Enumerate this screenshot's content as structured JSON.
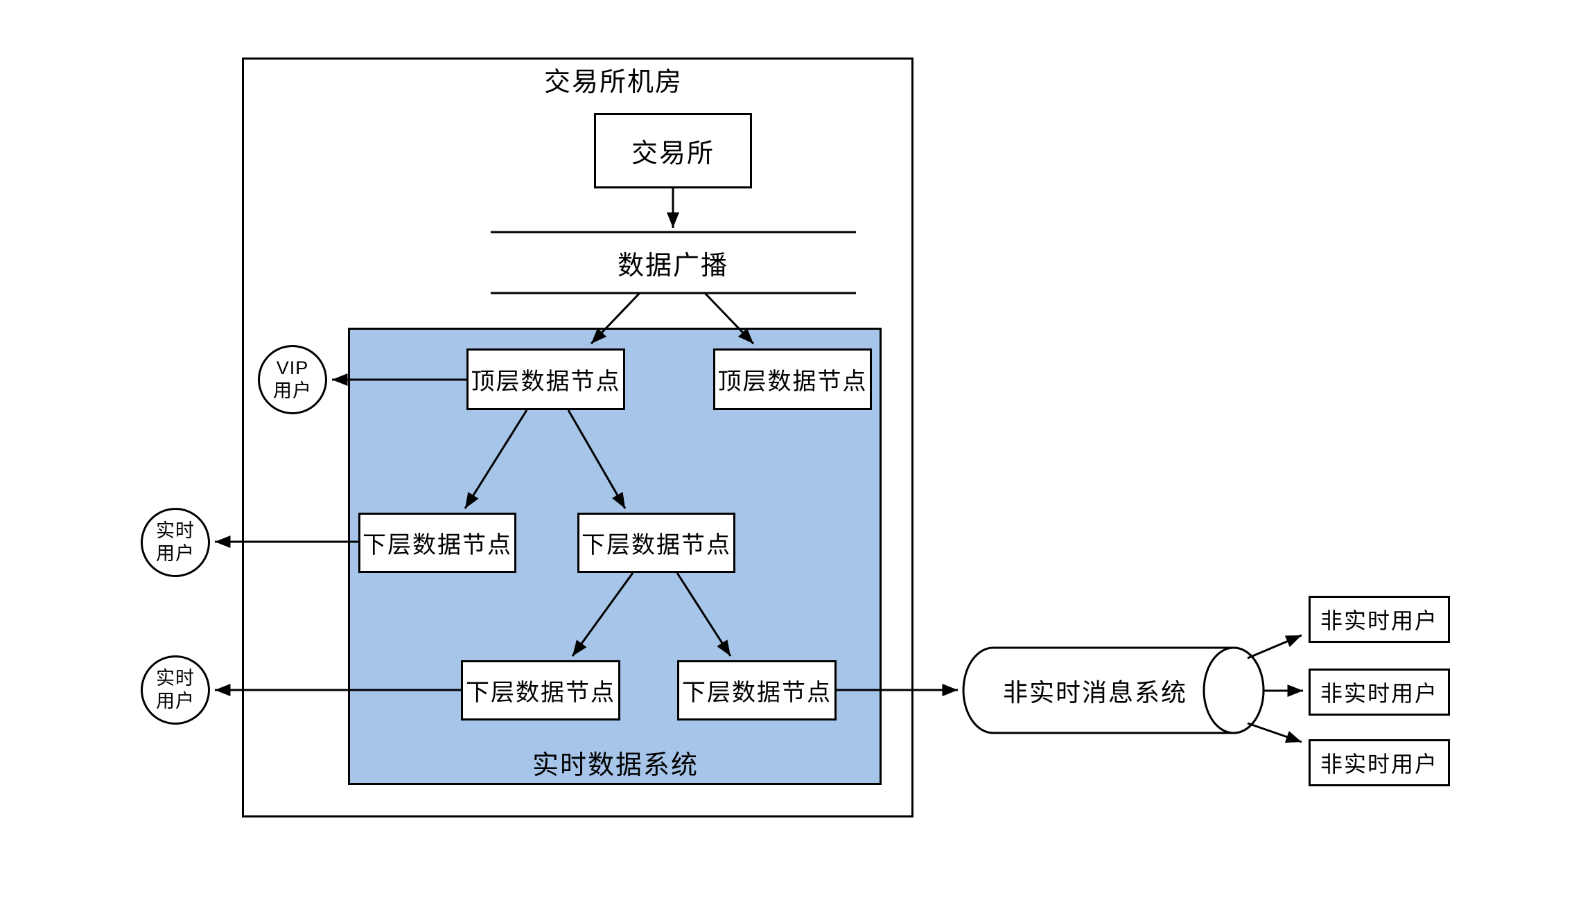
{
  "colors": {
    "realtime_system_bg": "#A7C5E8",
    "line": "#000000",
    "node_bg": "#FFFFFF"
  },
  "exchange_room": {
    "title": "交易所机房",
    "exchange_label": "交易所",
    "broadcast_label": "数据广播"
  },
  "realtime_system": {
    "label": "实时数据系统",
    "top_nodes": [
      {
        "label": "顶层数据节点"
      },
      {
        "label": "顶层数据节点"
      }
    ],
    "lower_nodes": [
      {
        "label": "下层数据节点"
      },
      {
        "label": "下层数据节点"
      },
      {
        "label": "下层数据节点"
      },
      {
        "label": "下层数据节点"
      }
    ]
  },
  "message_system": {
    "label": "非实时消息系统"
  },
  "users": {
    "vip": {
      "line1": "VIP",
      "line2": "用户"
    },
    "realtime": [
      {
        "line1": "实时",
        "line2": "用户"
      },
      {
        "line1": "实时",
        "line2": "用户"
      }
    ],
    "non_realtime": [
      {
        "label": "非实时用户"
      },
      {
        "label": "非实时用户"
      },
      {
        "label": "非实时用户"
      }
    ]
  }
}
